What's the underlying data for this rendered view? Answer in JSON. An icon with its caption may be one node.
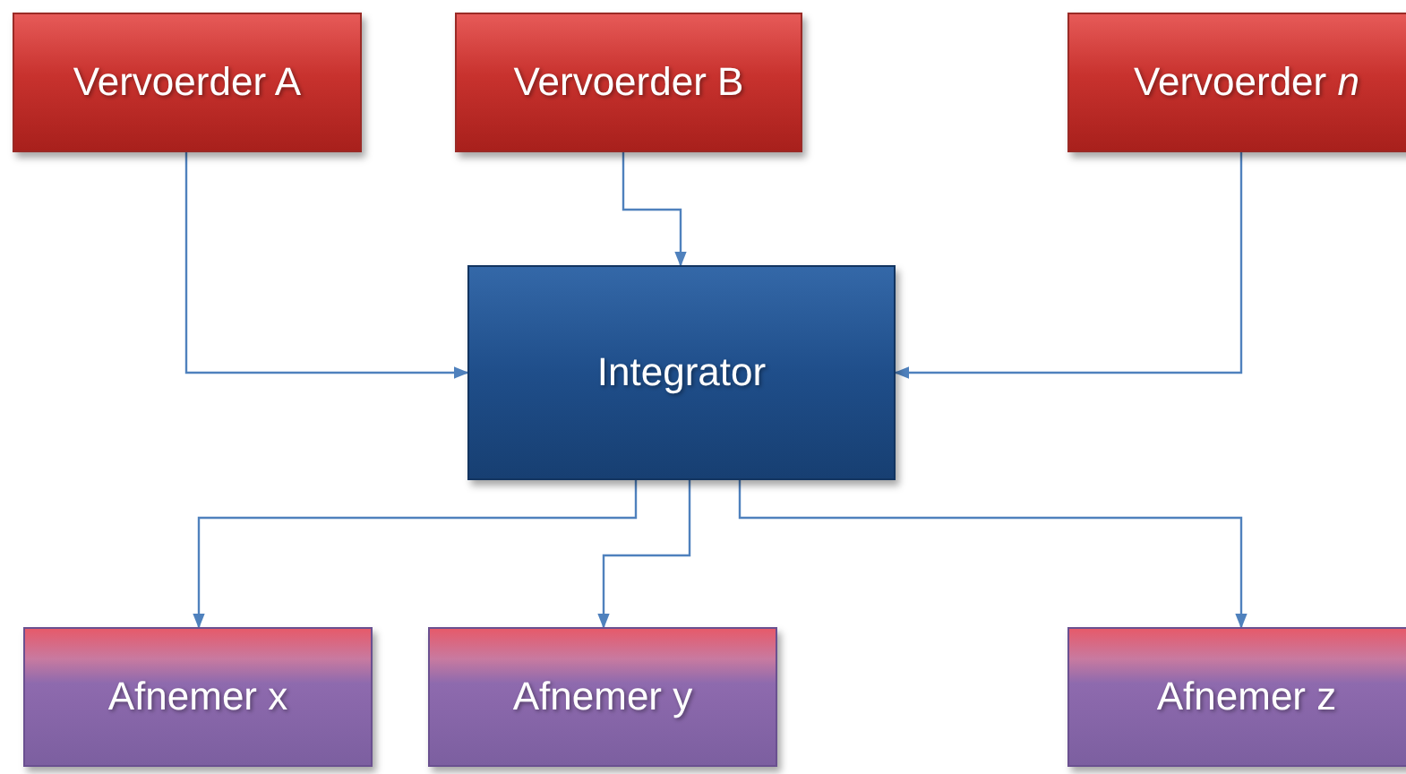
{
  "diagram": {
    "nodes": [
      {
        "text": [
          "Vervoerder A"
        ]
      },
      {
        "text": [
          "Vervoerder B"
        ]
      },
      {
        "text": [
          "Vervoerder *n*"
        ]
      },
      {
        "text": [
          "Integrator"
        ]
      },
      {
        "text": [
          "Afnemer x"
        ]
      },
      {
        "text": [
          "Afnemer y"
        ]
      },
      {
        "text": [
          "Afnemer z"
        ]
      }
    ],
    "edges": [
      {
        "from": 0,
        "to": 3,
        "arrow": "to"
      },
      {
        "from": 1,
        "to": 3,
        "arrow": "to"
      },
      {
        "from": 2,
        "to": 3,
        "arrow": "to"
      },
      {
        "from": 3,
        "to": 4,
        "arrow": "to"
      },
      {
        "from": 3,
        "to": 5,
        "arrow": "to"
      },
      {
        "from": 3,
        "to": 6,
        "arrow": "to"
      }
    ]
  }
}
